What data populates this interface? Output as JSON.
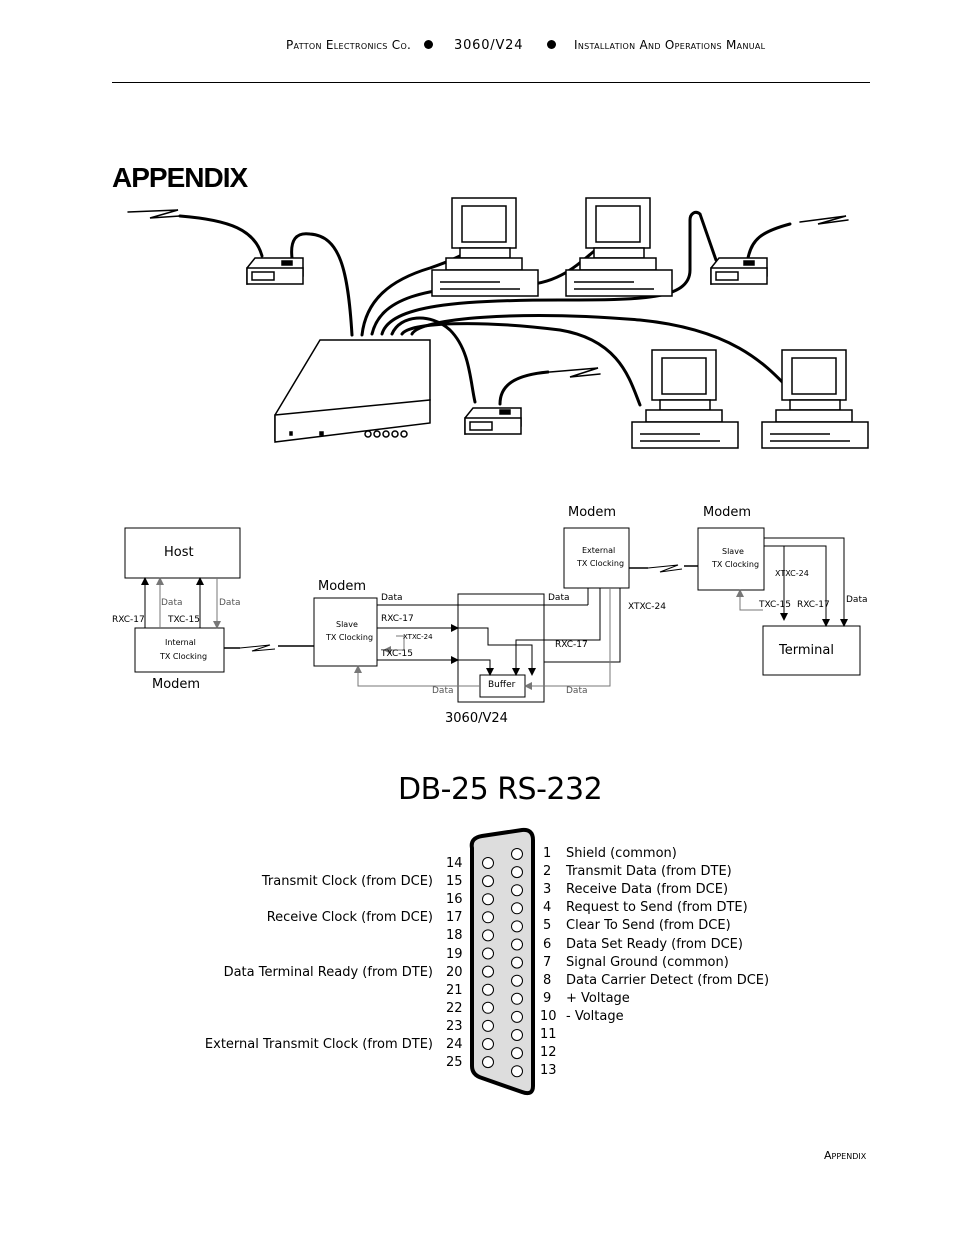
{
  "header": {
    "company": "Patton Electronics Co.",
    "model": "3060/V24",
    "manual": "Installation And Operations Manual"
  },
  "section_title": "APPENDIX",
  "clocking_diagram": {
    "host": "Host",
    "modem_left": "Modem",
    "modem_center": "Modem",
    "modem_top_mid": "Modem",
    "modem_top_right": "Modem",
    "internal_clock": [
      "Internal",
      "TX Clocking"
    ],
    "slave_clock_center": [
      "Slave",
      "TX Clocking"
    ],
    "external_clock": [
      "External",
      "TX Clocking"
    ],
    "slave_clock_right": [
      "Slave",
      "TX Clocking"
    ],
    "terminal": "Terminal",
    "buffer": "Buffer",
    "unit": "3060/V24",
    "signals": {
      "rxc17": "RXC-17",
      "txc15": "TXC-15",
      "xtxc24": "XTXC-24",
      "data": "Data"
    }
  },
  "connector": {
    "title": "DB-25 RS-232",
    "left_pins": [
      {
        "num": "14",
        "label": ""
      },
      {
        "num": "15",
        "label": "Transmit Clock (from DCE)"
      },
      {
        "num": "16",
        "label": ""
      },
      {
        "num": "17",
        "label": "Receive Clock (from DCE)"
      },
      {
        "num": "18",
        "label": ""
      },
      {
        "num": "19",
        "label": ""
      },
      {
        "num": "20",
        "label": "Data Terminal Ready (from DTE)"
      },
      {
        "num": "21",
        "label": ""
      },
      {
        "num": "22",
        "label": ""
      },
      {
        "num": "23",
        "label": ""
      },
      {
        "num": "24",
        "label": "External Transmit Clock (from DTE)"
      },
      {
        "num": "25",
        "label": ""
      }
    ],
    "right_pins": [
      {
        "num": "1",
        "label": "Shield (common)"
      },
      {
        "num": "2",
        "label": "Transmit Data (from DTE)"
      },
      {
        "num": "3",
        "label": "Receive Data (from DCE)"
      },
      {
        "num": "4",
        "label": "Request to Send (from DTE)"
      },
      {
        "num": "5",
        "label": "Clear To Send (from DCE)"
      },
      {
        "num": "6",
        "label": "Data Set Ready (from DCE)"
      },
      {
        "num": "7",
        "label": "Signal Ground (common)"
      },
      {
        "num": "8",
        "label": "Data Carrier Detect (from DCE)"
      },
      {
        "num": "9",
        "label": "+ Voltage"
      },
      {
        "num": "10",
        "label": "- Voltage"
      },
      {
        "num": "11",
        "label": ""
      },
      {
        "num": "12",
        "label": ""
      },
      {
        "num": "13",
        "label": ""
      }
    ]
  },
  "footer": "Appendix"
}
